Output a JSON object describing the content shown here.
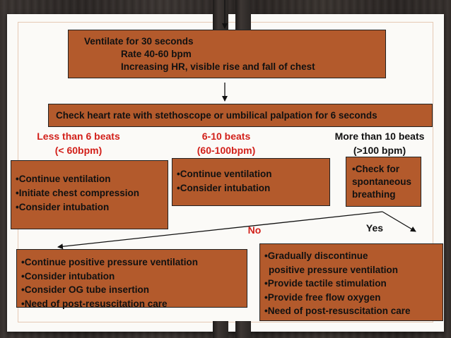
{
  "ventilate_box": {
    "line1": "Ventilate for 30 seconds",
    "line2": "Rate 40-60 bpm",
    "line3": "Increasing HR, visible rise and fall of chest"
  },
  "check_box": {
    "text": "Check heart rate with stethoscope or umbilical palpation for 6 seconds"
  },
  "branches": [
    {
      "line1": "Less than 6 beats",
      "line2": "(< 60bpm)",
      "color": "#d2201a"
    },
    {
      "line1": "6-10 beats",
      "line2": "(60-100bpm)",
      "color": "#d2201a"
    },
    {
      "line1": "More than 10 beats",
      "line2": "(>100 bpm)",
      "color": "#111111"
    }
  ],
  "low_hr_box": {
    "items": [
      "•Continue ventilation",
      "•Initiate chest compression",
      "•Consider intubation"
    ]
  },
  "mid_hr_box": {
    "items": [
      "•Continue ventilation",
      "•Consider intubation"
    ]
  },
  "high_hr_box": {
    "lines": [
      "•Check for",
      "spontaneous",
      "breathing"
    ]
  },
  "decision": {
    "no_label": "No",
    "yes_label": "Yes",
    "no_color": "#d2201a"
  },
  "no_box": {
    "items": [
      "•Continue positive pressure ventilation",
      "•Consider intubation",
      "•Consider OG tube insertion",
      "•Need of post-resuscitation care"
    ]
  },
  "yes_box": {
    "items": [
      "•Gradually discontinue",
      "positive pressure ventilation",
      "•Provide tactile stimulation",
      "•Provide free flow oxygen",
      "•Need of post-resuscitation care"
    ]
  },
  "colors": {
    "box_fill": "#b35a2c",
    "accent_red": "#d2201a",
    "paper": "#fbfaf7"
  }
}
